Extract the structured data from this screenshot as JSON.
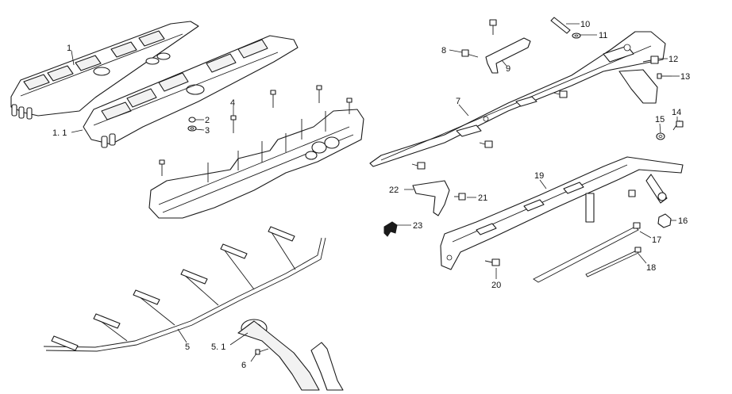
{
  "callouts": [
    {
      "id": "c1",
      "text": "1"
    },
    {
      "id": "c1_1",
      "text": "1. 1"
    },
    {
      "id": "c2",
      "text": "2"
    },
    {
      "id": "c3",
      "text": "3"
    },
    {
      "id": "c4",
      "text": "4"
    },
    {
      "id": "c5",
      "text": "5"
    },
    {
      "id": "c5_1",
      "text": "5. 1"
    },
    {
      "id": "c6",
      "text": "6"
    },
    {
      "id": "c7",
      "text": "7"
    },
    {
      "id": "c8",
      "text": "8"
    },
    {
      "id": "c9",
      "text": "9"
    },
    {
      "id": "c10",
      "text": "10"
    },
    {
      "id": "c11",
      "text": "11"
    },
    {
      "id": "c12",
      "text": "12"
    },
    {
      "id": "c13",
      "text": "13"
    },
    {
      "id": "c14",
      "text": "14"
    },
    {
      "id": "c15",
      "text": "15"
    },
    {
      "id": "c16",
      "text": "16"
    },
    {
      "id": "c17",
      "text": "17"
    },
    {
      "id": "c18",
      "text": "18"
    },
    {
      "id": "c19",
      "text": "19"
    },
    {
      "id": "c20",
      "text": "20"
    },
    {
      "id": "c21",
      "text": "21"
    },
    {
      "id": "c22",
      "text": "22"
    },
    {
      "id": "c23",
      "text": "23"
    }
  ]
}
